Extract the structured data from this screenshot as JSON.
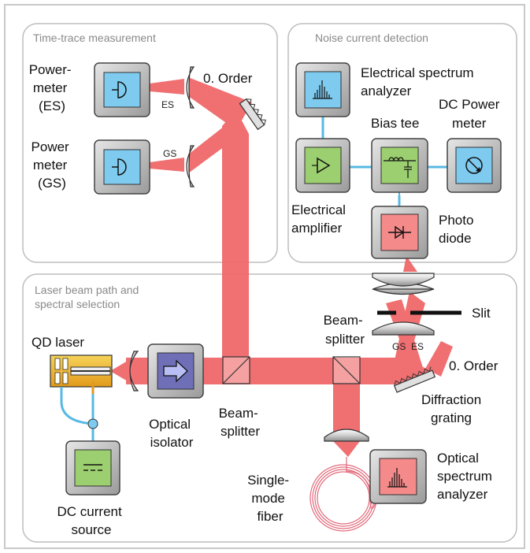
{
  "sections": {
    "time_trace": "Time-trace measurement",
    "noise": "Noise current detection",
    "laser_path_1": "Laser beam path and",
    "laser_path_2": "spectral selection"
  },
  "labels": {
    "powermeter_es": [
      "Power-",
      "meter",
      "(ES)"
    ],
    "powermeter_gs": [
      "Power",
      "meter",
      "(GS)"
    ],
    "order0_top": "0. Order",
    "es": "ES",
    "gs": "GS",
    "esa": [
      "Electrical spectrum",
      "analyzer"
    ],
    "bias_tee": "Bias tee",
    "dc_power_meter": [
      "DC Power",
      "meter"
    ],
    "elec_amp": [
      "Electrical",
      "amplifier"
    ],
    "photodiode": [
      "Photo",
      "diode"
    ],
    "qd_laser": "QD laser",
    "optical_isolator": [
      "Optical",
      "isolator"
    ],
    "beamsplitter_1": [
      "Beam-",
      "splitter"
    ],
    "beamsplitter_2": [
      "Beam-",
      "splitter"
    ],
    "slit": "Slit",
    "gs_small": "GS",
    "es_small": "ES",
    "order0_bottom": "0. Order",
    "diffraction_grating": [
      "Diffraction",
      "grating"
    ],
    "dc_current_source": [
      "DC current",
      "source"
    ],
    "single_mode_fiber": [
      "Single-",
      "mode",
      "fiber"
    ],
    "osa": [
      "Optical",
      "spectrum",
      "analyzer"
    ]
  },
  "colors": {
    "beam": "#f0686a",
    "detector_blue": "#7fcbf0",
    "amp_green": "#9ccf6f",
    "isolator_purple": "#6f6fb8",
    "photodiode_red": "#f48a8a",
    "box_gray": "#b9b9b9",
    "cable": "#58b9e3"
  }
}
